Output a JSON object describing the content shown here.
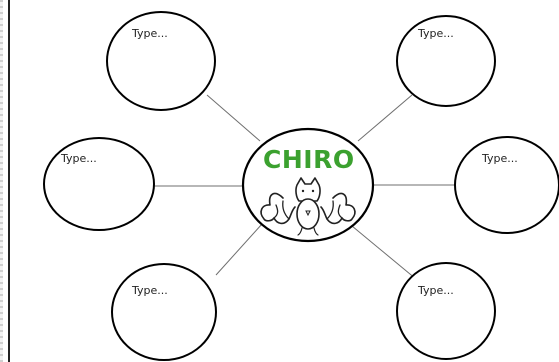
{
  "diagram": {
    "center": {
      "title": "CHIRO",
      "icon": "bat-icon",
      "title_color": "#3ba12f"
    },
    "nodes": [
      {
        "id": "top-left",
        "placeholder": "Type..."
      },
      {
        "id": "top-right",
        "placeholder": "Type..."
      },
      {
        "id": "middle-left",
        "placeholder": "Type..."
      },
      {
        "id": "middle-right",
        "placeholder": "Type..."
      },
      {
        "id": "bottom-left",
        "placeholder": "Type..."
      },
      {
        "id": "bottom-right",
        "placeholder": "Type..."
      }
    ]
  }
}
